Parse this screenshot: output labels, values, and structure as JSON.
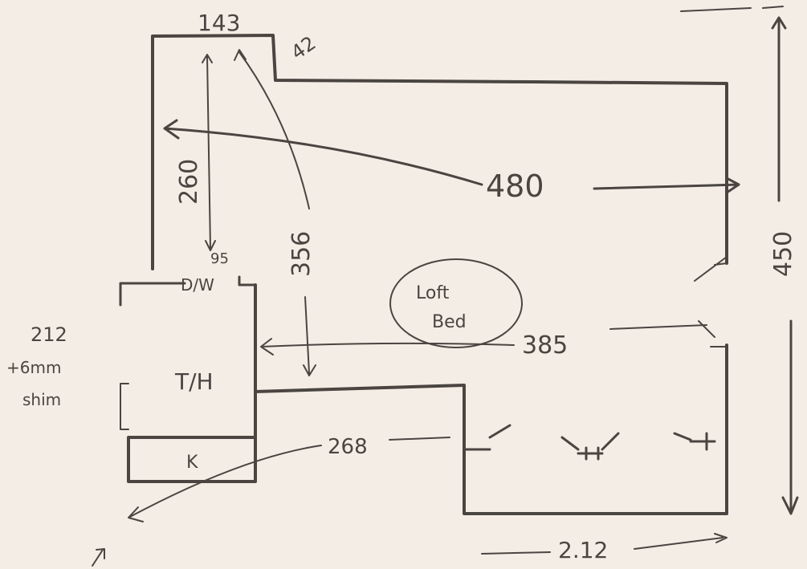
{
  "sketch": {
    "paper_color": "#f3ede6",
    "pencil_color": "#4a4540",
    "labels": {
      "top_width": "143",
      "top_step": "42",
      "left_height": "260",
      "main_width": "480",
      "inner_height": "356",
      "overall_height": "450",
      "small_dim": "95",
      "dw": "D/W",
      "loft_bed": "Loft\nBed",
      "mid_width": "385",
      "left_note_1": "212",
      "left_note_2": "+6mm",
      "left_note_3": "shim",
      "th": "T/H",
      "k": "K",
      "lower_width": "268",
      "bottom_width": "2.12"
    }
  }
}
